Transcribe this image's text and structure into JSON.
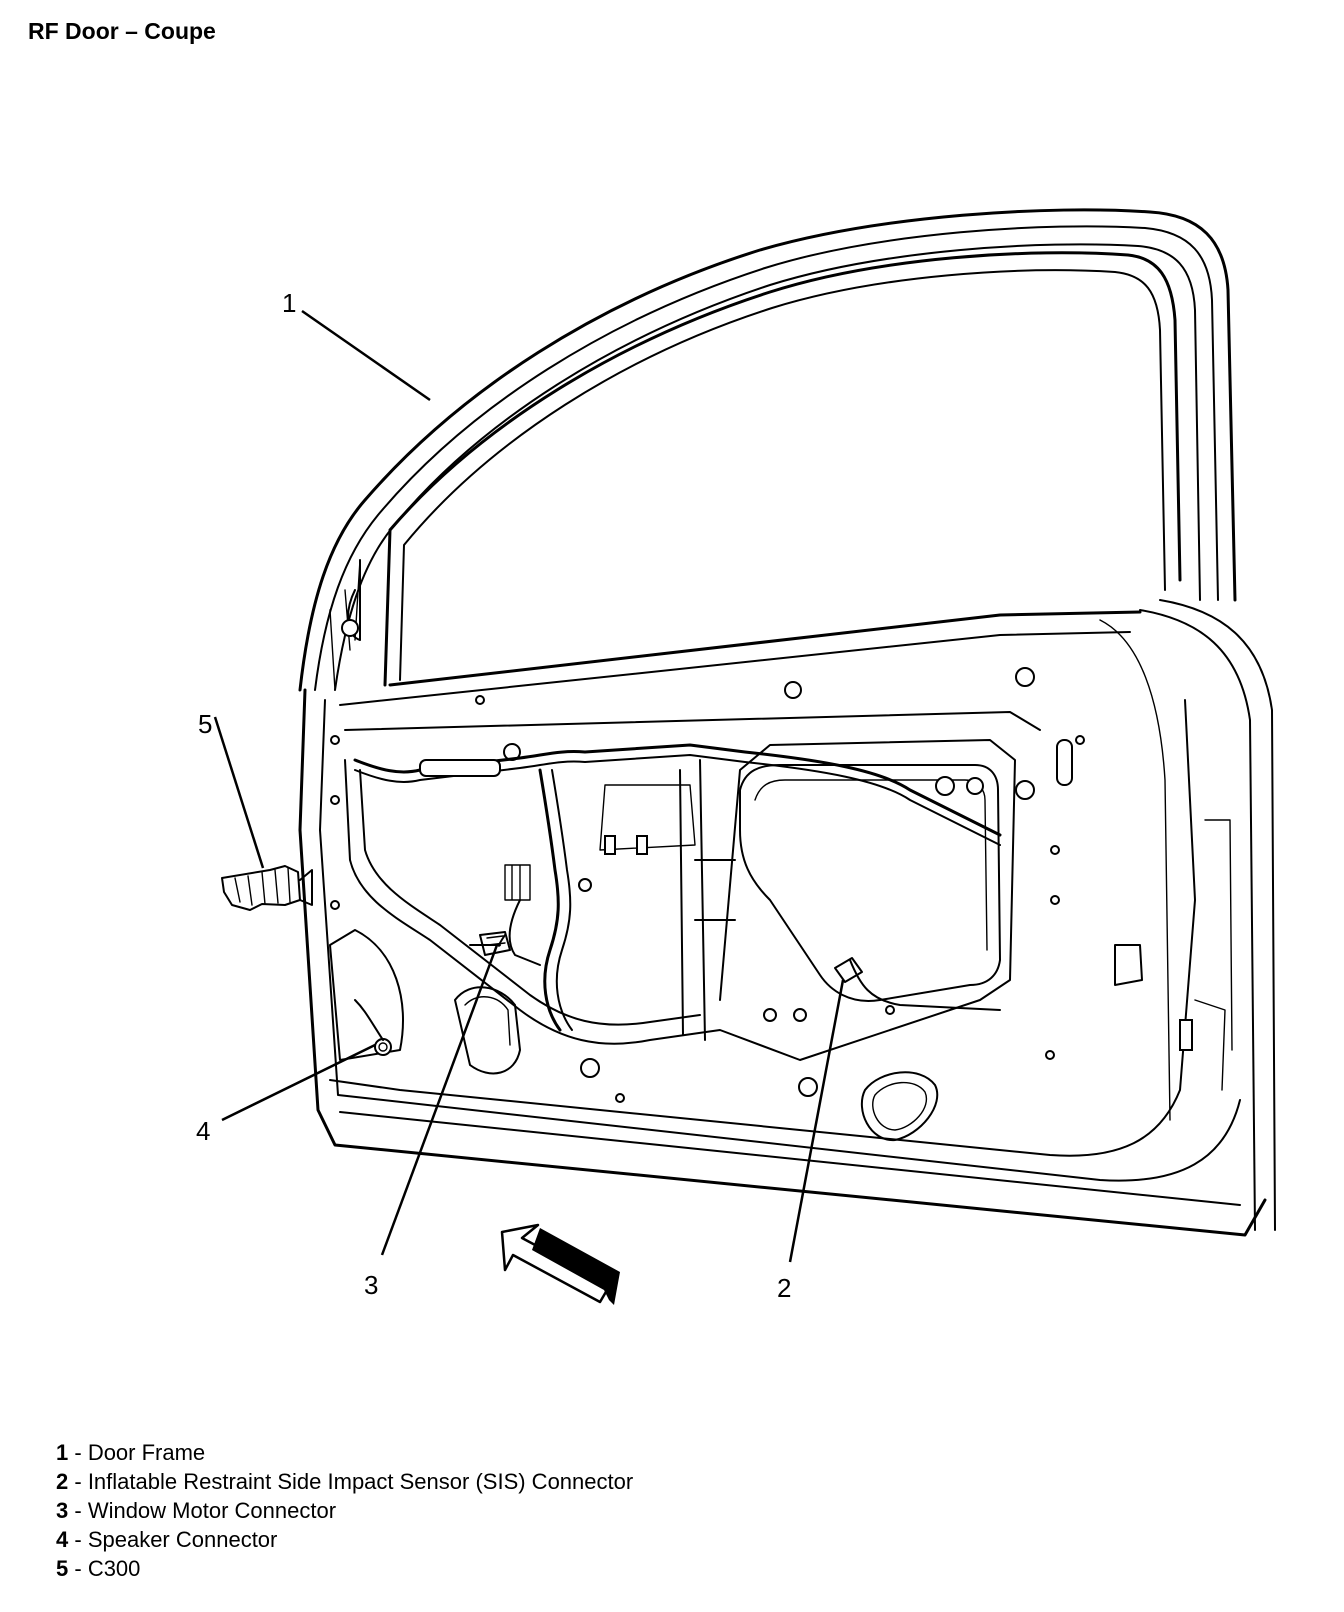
{
  "title": "RF Door – Coupe",
  "callouts": [
    {
      "num": "1"
    },
    {
      "num": "2"
    },
    {
      "num": "3"
    },
    {
      "num": "4"
    },
    {
      "num": "5"
    }
  ],
  "legend": [
    {
      "num": "1",
      "sep": " - ",
      "label": "Door Frame"
    },
    {
      "num": "2",
      "sep": " - ",
      "label": "Inflatable Restraint Side Impact Sensor (SIS) Connector"
    },
    {
      "num": "3",
      "sep": " - ",
      "label": "Window Motor Connector"
    },
    {
      "num": "4",
      "sep": " - ",
      "label": "Speaker Connector"
    },
    {
      "num": "5",
      "sep": " - ",
      "label": "C300"
    }
  ]
}
